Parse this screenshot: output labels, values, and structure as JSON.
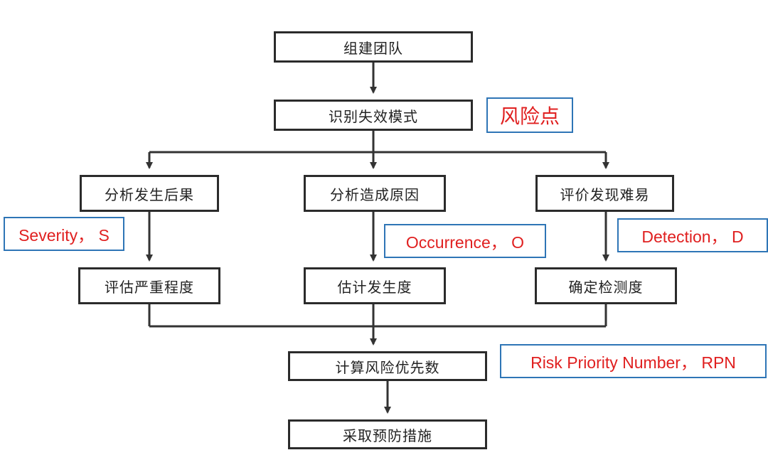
{
  "nodes": {
    "form_team": "组建团队",
    "identify_failure_modes": "识别失效模式",
    "analyze_consequences": "分析发生后果",
    "analyze_causes": "分析造成原因",
    "evaluate_detection": "评价发现难易",
    "assess_severity": "评估严重程度",
    "estimate_occurrence": "估计发生度",
    "determine_detection": "确定检测度",
    "compute_rpn": "计算风险优先数",
    "take_prevention": "采取预防措施"
  },
  "annotations": {
    "risk_point": "风险点",
    "severity": "Severity， S",
    "occurrence": "Occurrence， O",
    "detection": "Detection， D",
    "rpn": "Risk Priority Number， RPN"
  },
  "colors": {
    "node_border": "#2b2b2b",
    "connector": "#333333",
    "annotation_text": "#e02020",
    "annotation_border": "#2e75b6"
  }
}
